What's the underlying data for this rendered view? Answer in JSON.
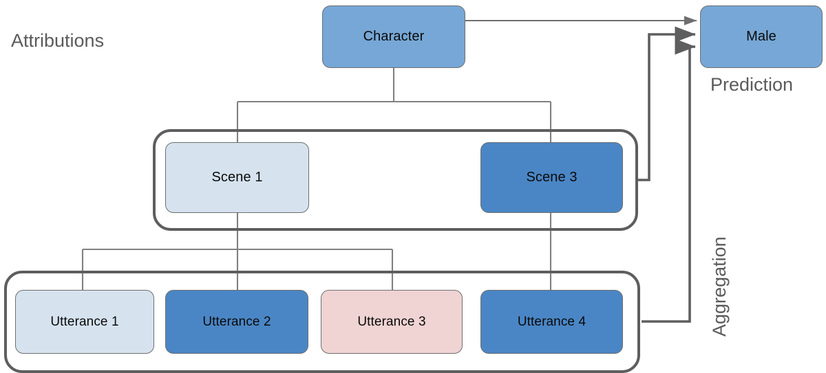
{
  "diagram": {
    "title_left": "Attributions",
    "title_right": "Prediction",
    "side_label": "Aggregation",
    "character": {
      "label": "Character"
    },
    "prediction": {
      "label": "Male"
    },
    "scenes": [
      {
        "label": "Scene 1",
        "fill": "#d6e3ef"
      },
      {
        "label": "Scene 3",
        "fill": "#4a86c5"
      }
    ],
    "utterances": [
      {
        "label": "Utterance 1",
        "fill": "#d6e3ef"
      },
      {
        "label": "Utterance 2",
        "fill": "#4a86c5"
      },
      {
        "label": "Utterance 3",
        "fill": "#f0d3d3"
      },
      {
        "label": "Utterance 4",
        "fill": "#4a86c5"
      }
    ],
    "colors": {
      "node_blue": "#76a7d6",
      "attribution_high": "#4a86c5",
      "attribution_low": "#d6e3ef",
      "attribution_negative": "#f0d3d3",
      "border": "#6E6E6E",
      "container_border": "#5E5E5E",
      "wire_thin": "#808080",
      "wire_thick": "#5E5E5E",
      "caption_text": "#5B5B5B",
      "node_text": "#0a0a0a",
      "background": "#ffffff"
    }
  }
}
